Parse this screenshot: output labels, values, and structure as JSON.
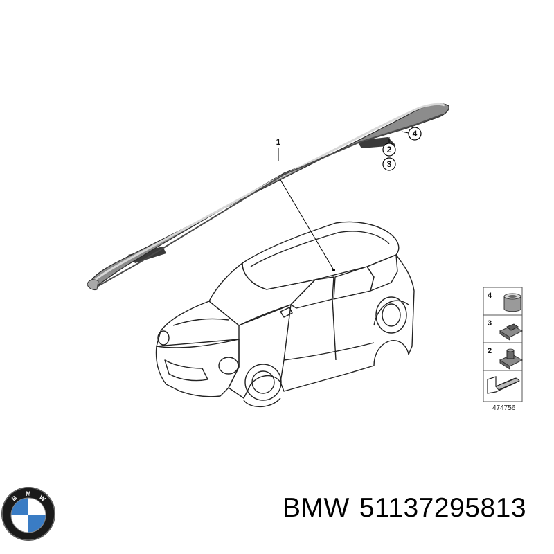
{
  "diagram": {
    "callouts": {
      "rail": "1",
      "part_2": "2",
      "part_3": "3",
      "part_4": "4"
    },
    "legend": {
      "items": [
        {
          "number": "4",
          "icon": "sleeve-icon"
        },
        {
          "number": "3",
          "icon": "clip-nut-icon"
        },
        {
          "number": "2",
          "icon": "threaded-clip-icon"
        }
      ],
      "direction_icon": "arrow-icon",
      "reference_number": "474756"
    }
  },
  "logo": {
    "brand_letters": "BMW",
    "colors": {
      "blue": "#3a7cc4",
      "ring": "#1a1a1a",
      "white": "#ffffff"
    }
  },
  "caption": {
    "brand": "BMW",
    "part_number": "51137295813"
  }
}
